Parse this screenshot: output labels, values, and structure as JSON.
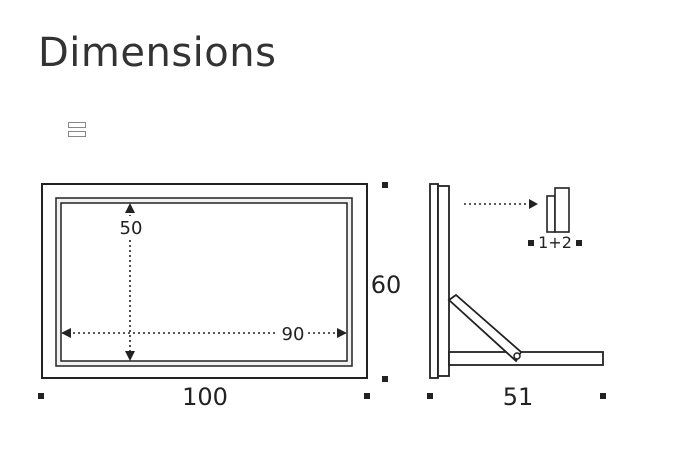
{
  "title": "Dimensions",
  "front_view": {
    "outer_width": "100",
    "outer_height": "60",
    "inner_width": "90",
    "inner_height": "50"
  },
  "side_view": {
    "depth": "51",
    "detail_label": "1+2"
  },
  "icons": [
    "stacked-layers-icon"
  ],
  "colors": {
    "line": "#222222",
    "title": "#333333",
    "frame_fill": "#f2f2f2"
  }
}
